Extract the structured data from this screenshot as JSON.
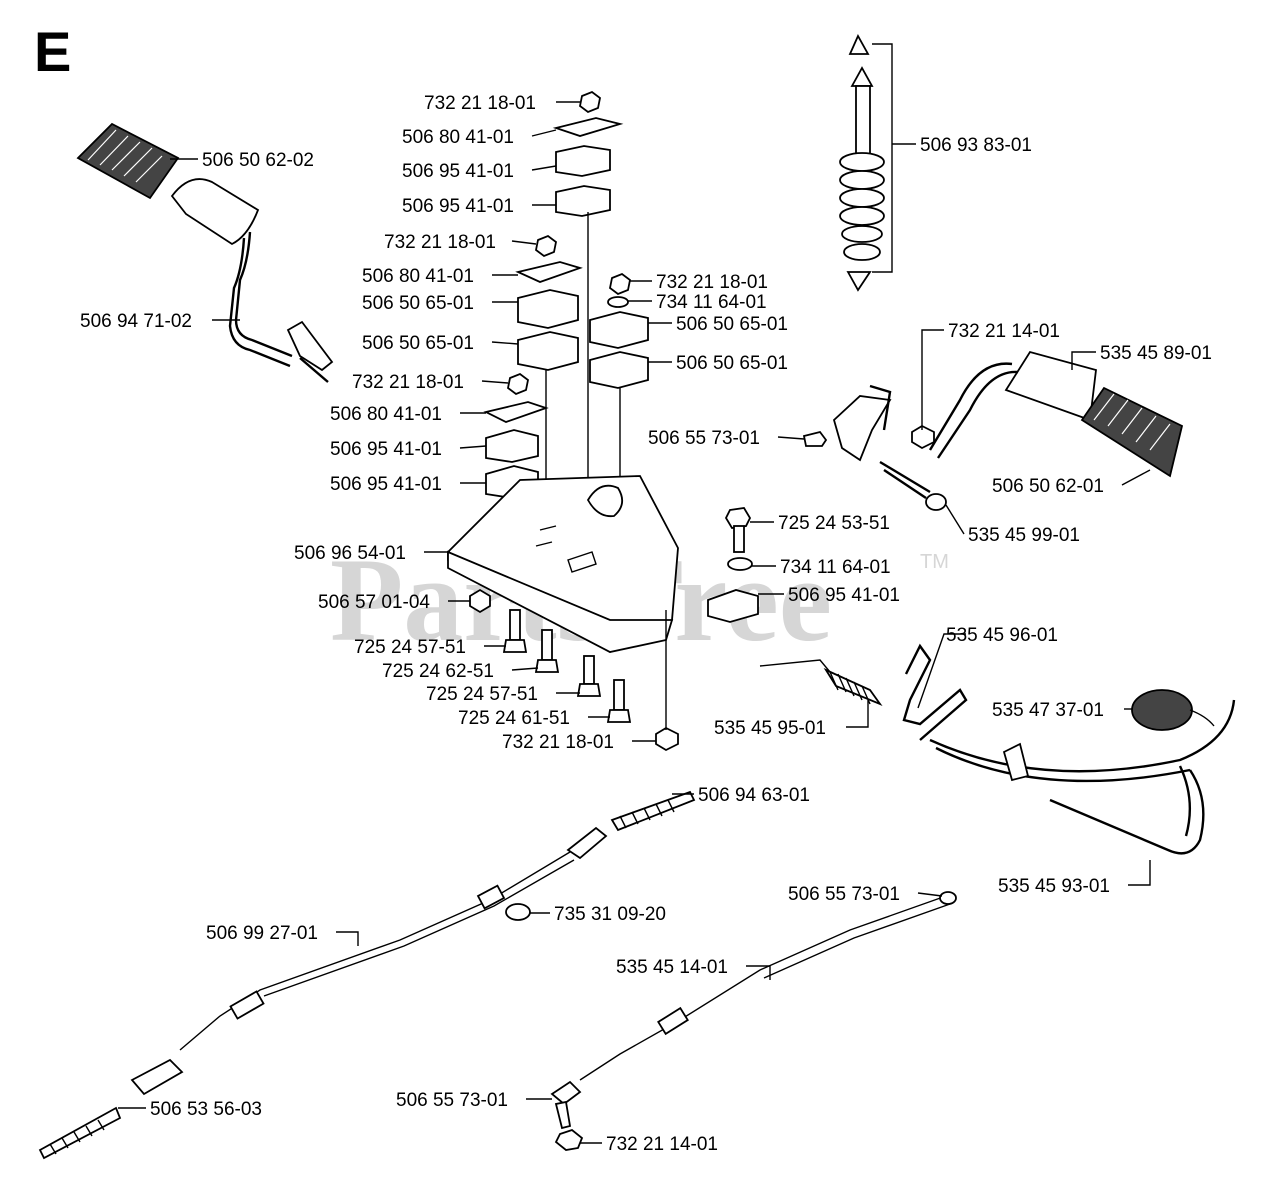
{
  "section_letter": "E",
  "watermark": {
    "text": "PartsTree",
    "trademark": "TM"
  },
  "callouts": {
    "c01": "732 21 18-01",
    "c02": "506 80 41-01",
    "c03": "506 95 41-01",
    "c04": "506 95 41-01",
    "c05": "732 21 18-01",
    "c06": "506 80 41-01",
    "c07": "506 50 65-01",
    "c08": "506 50 65-01",
    "c09": "732 21 18-01",
    "c10": "506 80 41-01",
    "c11": "506 95 41-01",
    "c12": "506 95 41-01",
    "c13": "732 21 18-01",
    "c14": "734 11 64-01",
    "c15": "506 50 65-01",
    "c16": "506 50 65-01",
    "c17": "506 93 83-01",
    "c18": "506 50 62-02",
    "c19": "506 94 71-02",
    "c20": "732 21 14-01",
    "c21": "535 45 89-01",
    "c22": "506 55 73-01",
    "c23": "506 50 62-01",
    "c24": "535 45 99-01",
    "c25": "725 24 53-51",
    "c26": "734 11 64-01",
    "c27": "506 95 41-01",
    "c28": "506 96 54-01",
    "c29": "506 57 01-04",
    "c30": "725 24 57-51",
    "c31": "725 24 62-51",
    "c32": "725 24 57-51",
    "c33": "725 24 61-51",
    "c34": "732 21 18-01",
    "c35": "535 45 96-01",
    "c36": "535 47 37-01",
    "c37": "535 45 95-01",
    "c38": "506 94 63-01",
    "c39": "535 45 93-01",
    "c40": "735 31 09-20",
    "c41": "506 99 27-01",
    "c42": "506 55 73-01",
    "c43": "535 45 14-01",
    "c44": "506 53 56-03",
    "c45": "506 55 73-01",
    "c46": "732 21 14-01"
  }
}
